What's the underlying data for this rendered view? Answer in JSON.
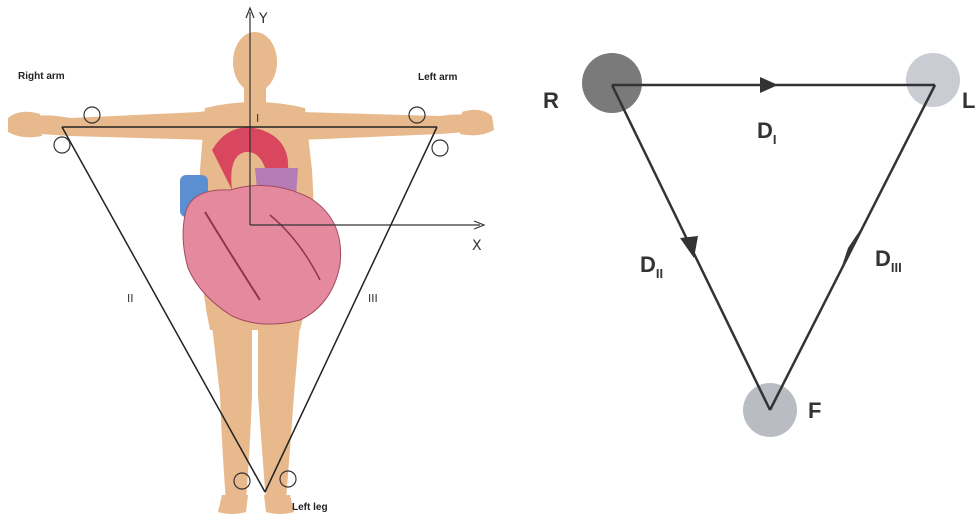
{
  "left_figure": {
    "labels": {
      "right_arm": "Right arm",
      "left_arm": "Left arm",
      "left_leg": "Left leg",
      "lead_I": "I",
      "lead_II": "II",
      "lead_III": "III",
      "axis_x": "X",
      "axis_y": "Y"
    }
  },
  "right_figure": {
    "nodes": {
      "R": "R",
      "L": "L",
      "F": "F"
    },
    "leads": {
      "D1": {
        "letter": "D",
        "sub": "I"
      },
      "D2": {
        "letter": "D",
        "sub": "II"
      },
      "D3": {
        "letter": "D",
        "sub": "III"
      }
    }
  },
  "colors": {
    "skin": "#e8b98c",
    "heart": "#e07f93",
    "line": "#222222",
    "node_R": "#6b6b6b",
    "node_L": "#c9ccd3",
    "node_F": "#b9bcc2"
  }
}
